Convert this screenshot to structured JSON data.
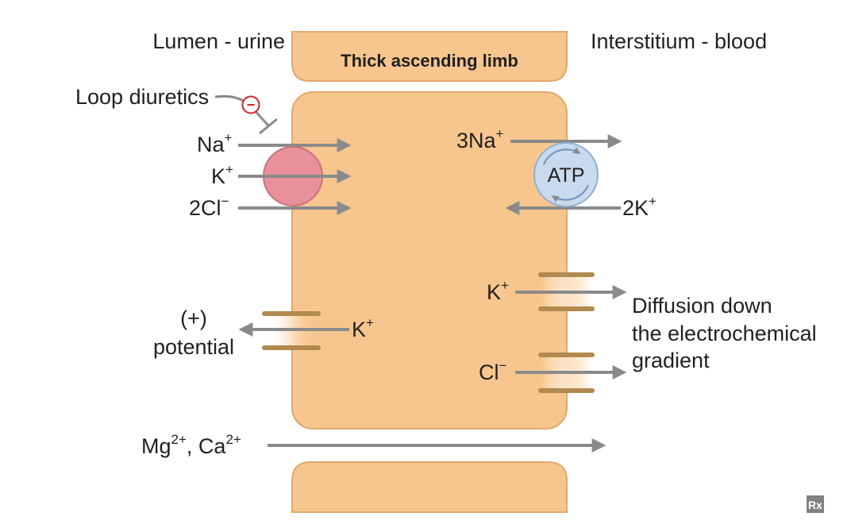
{
  "header": {
    "lumen_label": "Lumen - urine",
    "interstitium_label": "Interstitium - blood",
    "title": "Thick ascending limb"
  },
  "drug": {
    "label": "Loop diuretics",
    "inhibit_symbol": "−"
  },
  "cotransporter": {
    "na": "Na",
    "na_charge": "+",
    "k": "K",
    "k_charge": "+",
    "cl": "2Cl",
    "cl_charge": "−"
  },
  "pump": {
    "label": "ATP",
    "na": "3Na",
    "na_charge": "+",
    "k": "2K",
    "k_charge": "+"
  },
  "luminal_k_channel": {
    "ion": "K",
    "charge": "+",
    "potential_line1": "(+)",
    "potential_line2": "potential"
  },
  "basolateral_channels": {
    "k_ion": "K",
    "k_charge": "+",
    "cl_ion": "Cl",
    "cl_charge": "−",
    "note_line1": "Diffusion down",
    "note_line2": "the electrochemical",
    "note_line3": "gradient"
  },
  "paracellular": {
    "mg": "Mg",
    "mg_charge": "2+",
    "separator": ", ",
    "ca": "Ca",
    "ca_charge": "2+"
  },
  "logo": "Rx",
  "colors": {
    "cell_fill": "#f7c68e",
    "cell_stroke": "#e3a86a",
    "arrow": "#8a8a8a",
    "channel": "#b08a4e",
    "cotransporter": "#e8919a",
    "pump_fill": "#c9daee",
    "pump_stroke": "#8fb0d4",
    "inhibit": "#d2232a"
  }
}
